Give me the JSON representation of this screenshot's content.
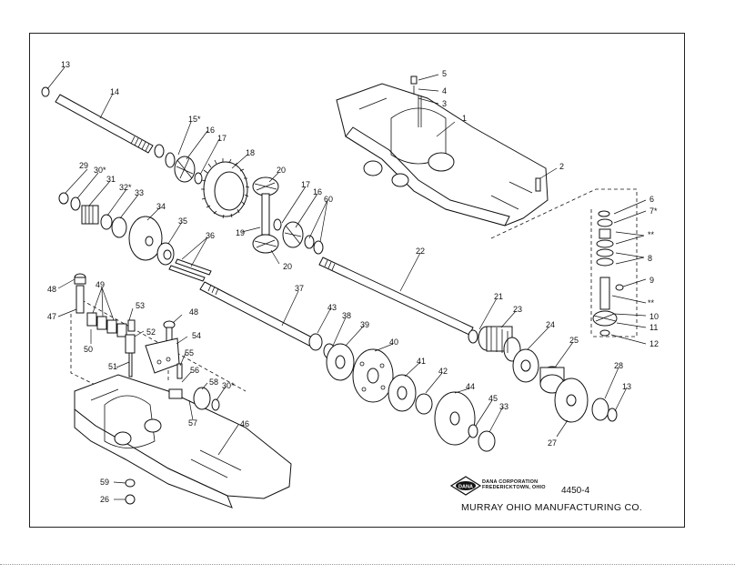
{
  "diagram": {
    "labels": [
      "1",
      "2",
      "3",
      "4",
      "5",
      "6",
      "7*",
      "**",
      "8",
      "9",
      "**",
      "10",
      "11",
      "12",
      "13",
      "14",
      "15*",
      "16",
      "17",
      "18",
      "20",
      "19",
      "20",
      "17",
      "16",
      "60",
      "29",
      "30*",
      "31",
      "32*",
      "33",
      "34",
      "35",
      "36",
      "22",
      "21",
      "23",
      "24",
      "25",
      "37",
      "43",
      "38",
      "39",
      "40",
      "41",
      "42",
      "44",
      "45",
      "33",
      "28",
      "13",
      "27",
      "48",
      "49",
      "53",
      "52",
      "48",
      "54",
      "47",
      "50",
      "51",
      "55",
      "56",
      "58",
      "30*",
      "57",
      "46",
      "59",
      "26"
    ]
  },
  "title_block": {
    "corp_line1": "DANA CORPORATION",
    "corp_line2": "FREDERICKTOWN, OHIO",
    "logo_text": "DANA",
    "diagram_number": "4450-4",
    "manufacturer": "MURRAY OHIO MANUFACTURING CO."
  }
}
